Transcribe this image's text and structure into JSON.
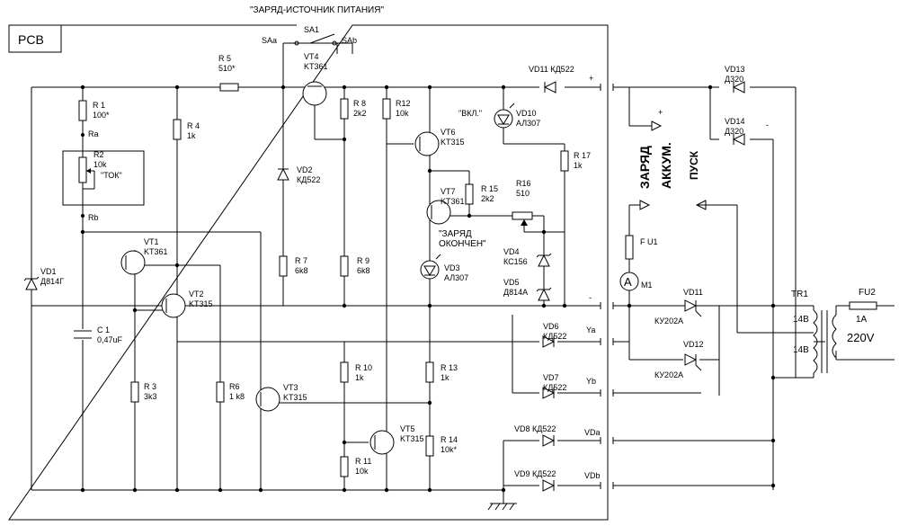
{
  "title": "\"ЗАРЯД-ИСТОЧНИК ПИТАНИЯ\"",
  "board": "PCB",
  "switch": {
    "name": "SA1",
    "a": "SAa",
    "b": "SAb"
  },
  "labels": [
    {
      "key": "r5",
      "lines": [
        "R 5",
        "510*"
      ]
    },
    {
      "key": "vt4",
      "lines": [
        "VT4",
        "KT361"
      ]
    },
    {
      "key": "vd11top",
      "lines": [
        "VD11 КД522"
      ]
    },
    {
      "key": "vd13",
      "lines": [
        "VD13",
        "Д320"
      ]
    },
    {
      "key": "vd14",
      "lines": [
        "VD14",
        "Д320"
      ]
    },
    {
      "key": "r1",
      "lines": [
        "R 1",
        "100*"
      ]
    },
    {
      "key": "ra",
      "lines": [
        "Ra"
      ]
    },
    {
      "key": "r2",
      "lines": [
        "R2",
        "10k"
      ]
    },
    {
      "key": "tok",
      "lines": [
        "\"ТОК\""
      ]
    },
    {
      "key": "rb",
      "lines": [
        "Rb"
      ]
    },
    {
      "key": "r4",
      "lines": [
        "R 4",
        "1k"
      ]
    },
    {
      "key": "r8",
      "lines": [
        "R 8",
        "2k2"
      ]
    },
    {
      "key": "r12",
      "lines": [
        "R12",
        "10k"
      ]
    },
    {
      "key": "vt6",
      "lines": [
        "VT6",
        "KT315"
      ]
    },
    {
      "key": "vkl",
      "lines": [
        "\"ВКЛ.\""
      ]
    },
    {
      "key": "vd10",
      "lines": [
        "VD10",
        "АЛ307"
      ]
    },
    {
      "key": "r17",
      "lines": [
        "R 17",
        "1k"
      ]
    },
    {
      "key": "vd2",
      "lines": [
        "VD2",
        "КД522"
      ]
    },
    {
      "key": "vt7",
      "lines": [
        "VT7",
        "KT361"
      ]
    },
    {
      "key": "r15",
      "lines": [
        "R 15",
        "2k2"
      ]
    },
    {
      "key": "r16",
      "lines": [
        "R16",
        "510"
      ]
    },
    {
      "key": "zaryad_ok",
      "lines": [
        "\"ЗАРЯД",
        "ОКОНЧЕН\""
      ]
    },
    {
      "key": "vd4",
      "lines": [
        "VD4",
        "КС156"
      ]
    },
    {
      "key": "vt1",
      "lines": [
        "VT1",
        "KT361"
      ]
    },
    {
      "key": "vd1",
      "lines": [
        "VD1",
        "Д814Г"
      ]
    },
    {
      "key": "r7",
      "lines": [
        "R 7",
        "6k8"
      ]
    },
    {
      "key": "r9",
      "lines": [
        "R 9",
        "6k8"
      ]
    },
    {
      "key": "vd3",
      "lines": [
        "VD3",
        "АЛ307"
      ]
    },
    {
      "key": "vd5",
      "lines": [
        "VD5",
        "Д814А"
      ]
    },
    {
      "key": "vt2",
      "lines": [
        "VT2",
        "KT315"
      ]
    },
    {
      "key": "c1",
      "lines": [
        "C 1",
        "0,47uF"
      ]
    },
    {
      "key": "r3",
      "lines": [
        "R 3",
        "3k3"
      ]
    },
    {
      "key": "r6",
      "lines": [
        "R6",
        "1 k8"
      ]
    },
    {
      "key": "vt3",
      "lines": [
        "VT3",
        "KT315"
      ]
    },
    {
      "key": "r10",
      "lines": [
        "R 10",
        "1k"
      ]
    },
    {
      "key": "r13",
      "lines": [
        "R 13",
        "1k"
      ]
    },
    {
      "key": "vt5",
      "lines": [
        "VT5",
        "KT315"
      ]
    },
    {
      "key": "r14",
      "lines": [
        "R 14",
        "10k*"
      ]
    },
    {
      "key": "r11",
      "lines": [
        "R 11",
        "10k"
      ]
    },
    {
      "key": "vd6",
      "lines": [
        "VD6",
        "КД522"
      ]
    },
    {
      "key": "vd7",
      "lines": [
        "VD7",
        "КД522"
      ]
    },
    {
      "key": "vd8",
      "lines": [
        "VD8  КД522"
      ]
    },
    {
      "key": "vd9",
      "lines": [
        "VD9  КД522"
      ]
    },
    {
      "key": "ya",
      "lines": [
        "Ya"
      ]
    },
    {
      "key": "yb",
      "lines": [
        "Yb"
      ]
    },
    {
      "key": "vda",
      "lines": [
        "VDa"
      ]
    },
    {
      "key": "vdb",
      "lines": [
        "VDb"
      ]
    },
    {
      "key": "fu1",
      "lines": [
        "F U1"
      ]
    },
    {
      "key": "m1",
      "lines": [
        "M1"
      ]
    },
    {
      "key": "vd11r",
      "lines": [
        "VD11"
      ]
    },
    {
      "key": "ku1",
      "lines": [
        "КУ202А"
      ]
    },
    {
      "key": "vd12",
      "lines": [
        "VD12"
      ]
    },
    {
      "key": "ku2",
      "lines": [
        "КУ202А"
      ]
    },
    {
      "key": "tr1",
      "lines": [
        "TR1"
      ]
    },
    {
      "key": "fu2",
      "lines": [
        "FU2"
      ]
    },
    {
      "key": "fuse2",
      "lines": [
        "1A"
      ]
    },
    {
      "key": "v14a",
      "lines": [
        "14В"
      ]
    },
    {
      "key": "v14b",
      "lines": [
        "14В"
      ]
    },
    {
      "key": "v220",
      "lines": [
        "220V"
      ]
    },
    {
      "key": "plus1",
      "lines": [
        "+"
      ]
    },
    {
      "key": "plus2",
      "lines": [
        "+"
      ]
    },
    {
      "key": "minus1",
      "lines": [
        "-"
      ]
    },
    {
      "key": "minus2",
      "lines": [
        "-"
      ]
    }
  ],
  "vertical_labels": [
    {
      "key": "zaryad",
      "text": "ЗАРЯД"
    },
    {
      "key": "akkum",
      "text": "АККУМ."
    },
    {
      "key": "pusk",
      "text": "ПУСК"
    }
  ],
  "meter": "A"
}
